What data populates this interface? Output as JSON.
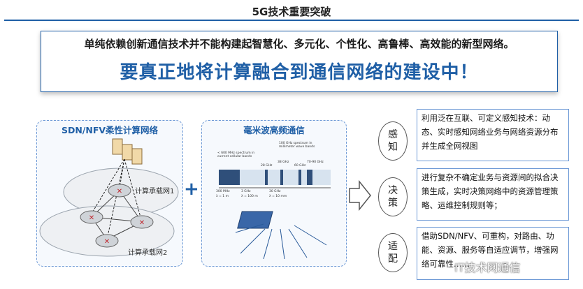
{
  "title": "5G技术重要突破",
  "banner": {
    "line1": "单纯依赖创新通信技术并不能构建起智慧化、多元化、个性化、高鲁棒、高效能的新型网络。",
    "line2": "要真正地将计算融合到通信网络的建设中！"
  },
  "panel_left": {
    "title": "SDN/NFV柔性计算网络",
    "label1": "计算承载网1",
    "label2": "计算承载网2"
  },
  "panel_right": {
    "title": "毫米波高频通信",
    "spec_label1": "< 600 MHz spectrum in current cellular bands",
    "spec_label2": "100 GHz spectrum in millimeter wave bands",
    "band1": "28 GHz",
    "band2": "38 GHz",
    "band3": "60 GHz",
    "band4": "70-90 GHz",
    "freq1": "300 MHz",
    "lambda1": "λ = 1 m",
    "freq2": "3 GHz",
    "lambda2": "λ = 100 m",
    "freq3": "30 GHz",
    "lambda3": "λ = 10 mm"
  },
  "plus_sign": "+",
  "steps": [
    {
      "char1": "感",
      "char2": "知",
      "text": "利用泛在互联、可定义感知技术：动态、实时感知网络业务与网络资源分布并生成全网视图"
    },
    {
      "char1": "决",
      "char2": "策",
      "text": "进行复杂不确定业务与资源间的拟合决策生成，实时决策网络中的资源管理策略、运维控制规则等；"
    },
    {
      "char1": "适",
      "char2": "配",
      "text": "借助SDN/NFV、可重构，对路由、功能、资源、服务等自适应调节，增强网络可靠性……"
    }
  ],
  "watermark": "IT技术网通信",
  "colors": {
    "accent": "#1f5fa6",
    "panel_border": "#6d99d6"
  }
}
